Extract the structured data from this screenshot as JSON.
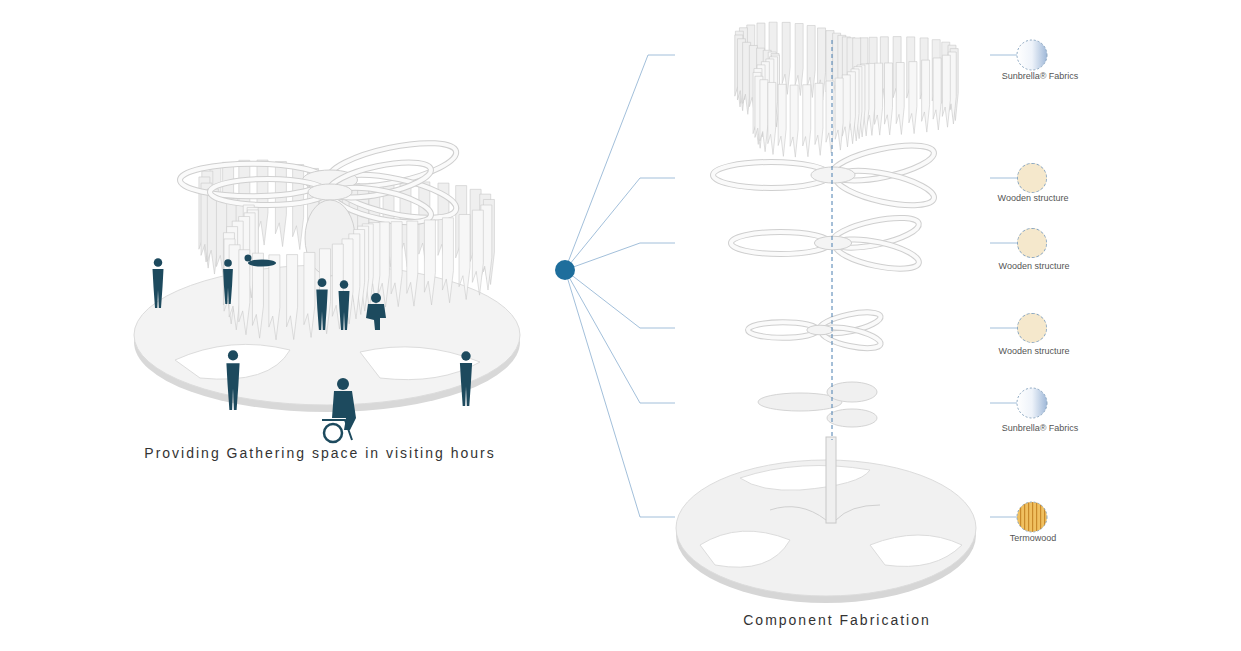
{
  "diagram": {
    "labels": [
      "Providing Gathering space in visiting hours",
      "Component Fabrication"
    ],
    "legend": [
      {
        "text": "Sunbrella® Fabrics"
      },
      {
        "text": "Wooden structure",
        "color": "#f5e8cc"
      },
      {
        "text": "Wooden structure",
        "color": "#f5e8cc"
      },
      {
        "text": "Wooden structure",
        "color": "#f5e8cc"
      },
      {
        "text": "Sunbrella® Fabrics"
      },
      {
        "text": "Termowood"
      }
    ]
  }
}
